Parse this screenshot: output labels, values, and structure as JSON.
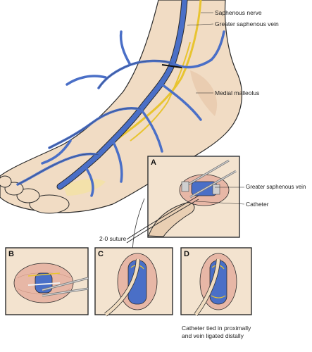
{
  "labels": {
    "saphenous_nerve": "Saphenous nerve",
    "greater_saphenous_vein_top": "Greater saphenous vein",
    "medial_malleolus": "Medial malleolus",
    "greater_saphenous_vein_a": "Greater saphenous vein",
    "catheter": "Catheter",
    "suture": "2-0 suture"
  },
  "panels": {
    "a": "A",
    "b": "B",
    "c": "C",
    "d": "D"
  },
  "caption": {
    "line1": "Catheter tied in proximally",
    "line2": "and vein ligated distally"
  },
  "colors": {
    "skin": "#f1dcc4",
    "vein": "#4a6fc7",
    "nerve": "#e8c430",
    "tissue": "#e7b7a6",
    "outline": "#2b2b2b"
  }
}
